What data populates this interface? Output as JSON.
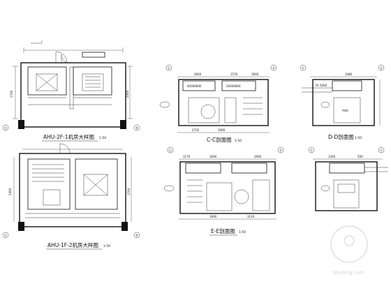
{
  "drawing": {
    "titles": {
      "ahu_2f": "AHU-2F-1机房大样图",
      "ahu_1f": "AHU-1F-2机房大样图",
      "section_cc": "C-C剖面图",
      "section_dd": "D-D剖面图",
      "section_ee": "E-E剖面图"
    },
    "scale": "1:50",
    "axes": {
      "a": "Ⓐ",
      "b": "Ⓑ",
      "c": "Ⓒ",
      "d": "Ⓓ",
      "e": "Ⓔ",
      "g": "Ⓖ",
      "f": "Ⓕ"
    },
    "dimensions": {
      "d1700": "1700",
      "d2400": "2400",
      "d3600": "3600",
      "d1570": "1570",
      "d3000": "3000",
      "d1080": "1080",
      "d2720": "2720",
      "d1900": "1900",
      "d1170": "1170",
      "d3120": "3120",
      "d1900b": "1900",
      "d1260": "1260",
      "d500": "500"
    },
    "notes": {
      "duct1": "4000X800",
      "duct2": "2000X800",
      "fa": "FA 5000",
      "ahu": "AHU"
    },
    "watermark": "zhulong.com"
  }
}
